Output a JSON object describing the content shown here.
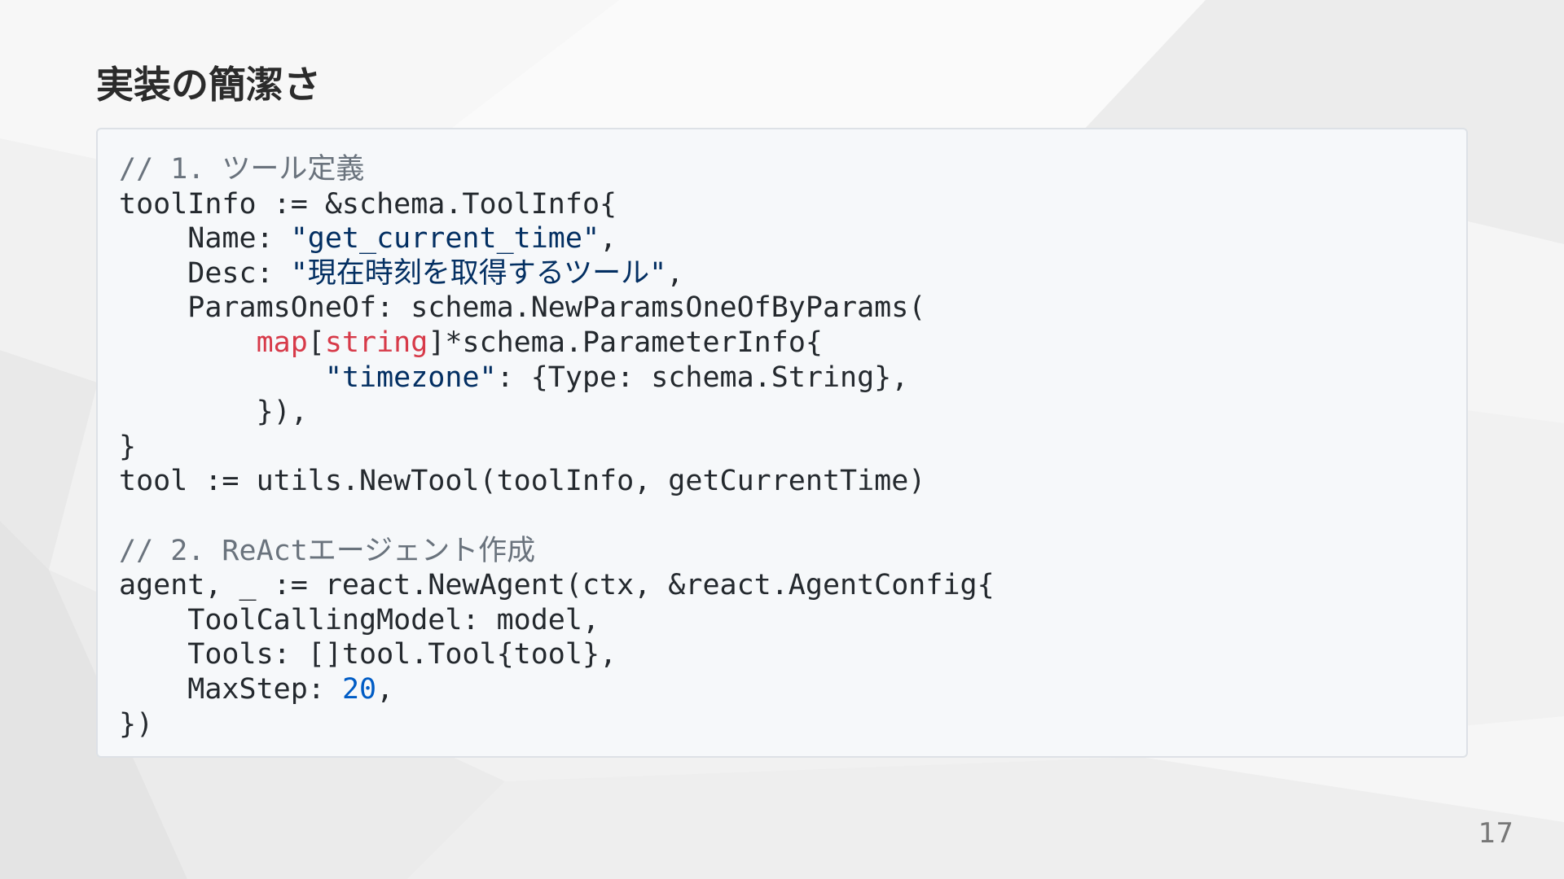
{
  "slide": {
    "title": "実装の簡潔さ",
    "page_number": "17"
  },
  "code": {
    "language": "go",
    "lines": [
      [
        {
          "t": "// 1. ツール定義",
          "c": "comment"
        }
      ],
      [
        {
          "t": "toolInfo := &schema.ToolInfo{",
          "c": "plain"
        }
      ],
      [
        {
          "t": "    Name: ",
          "c": "plain"
        },
        {
          "t": "\"get_current_time\"",
          "c": "string"
        },
        {
          "t": ",",
          "c": "plain"
        }
      ],
      [
        {
          "t": "    Desc: ",
          "c": "plain"
        },
        {
          "t": "\"現在時刻を取得するツール\"",
          "c": "string"
        },
        {
          "t": ",",
          "c": "plain"
        }
      ],
      [
        {
          "t": "    ParamsOneOf: schema.NewParamsOneOfByParams(",
          "c": "plain"
        }
      ],
      [
        {
          "t": "        ",
          "c": "plain"
        },
        {
          "t": "map",
          "c": "keyword"
        },
        {
          "t": "[",
          "c": "plain"
        },
        {
          "t": "string",
          "c": "keyword"
        },
        {
          "t": "]*schema.ParameterInfo{",
          "c": "plain"
        }
      ],
      [
        {
          "t": "            ",
          "c": "plain"
        },
        {
          "t": "\"timezone\"",
          "c": "string"
        },
        {
          "t": ": {Type: schema.String},",
          "c": "plain"
        }
      ],
      [
        {
          "t": "        }),",
          "c": "plain"
        }
      ],
      [
        {
          "t": "}",
          "c": "plain"
        }
      ],
      [
        {
          "t": "tool := utils.NewTool(toolInfo, getCurrentTime)",
          "c": "plain"
        }
      ],
      [
        {
          "t": "",
          "c": "plain"
        }
      ],
      [
        {
          "t": "// 2. ReActエージェント作成",
          "c": "comment"
        }
      ],
      [
        {
          "t": "agent, _ := react.NewAgent(ctx, &react.AgentConfig{",
          "c": "plain"
        }
      ],
      [
        {
          "t": "    ToolCallingModel: model,",
          "c": "plain"
        }
      ],
      [
        {
          "t": "    Tools: []tool.Tool{tool},",
          "c": "plain"
        }
      ],
      [
        {
          "t": "    MaxStep: ",
          "c": "plain"
        },
        {
          "t": "20",
          "c": "number"
        },
        {
          "t": ",",
          "c": "plain"
        }
      ],
      [
        {
          "t": "})",
          "c": "plain"
        }
      ]
    ]
  },
  "colors": {
    "background": "#f1f1f1",
    "code_background": "#f6f8fa",
    "comment": "#6a737d",
    "string": "#032f62",
    "keyword": "#d73a49",
    "number": "#005cc5"
  }
}
